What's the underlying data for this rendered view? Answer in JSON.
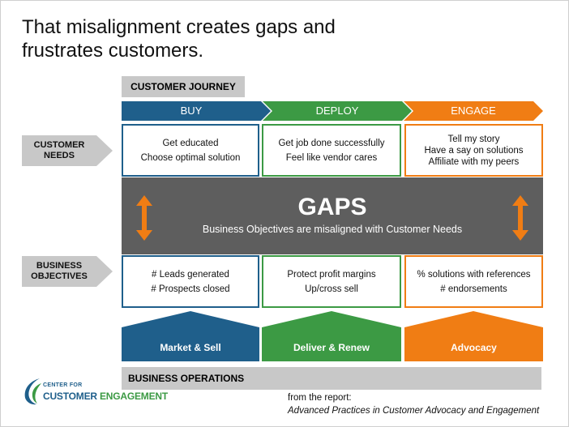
{
  "title": "That misalignment creates gaps and\nfrustrates customers.",
  "journey_label": "CUSTOMER JOURNEY",
  "phases": [
    {
      "label": "BUY",
      "color": "#1f5f8b"
    },
    {
      "label": "DEPLOY",
      "color": "#3c9a44"
    },
    {
      "label": "ENGAGE",
      "color": "#f07d14"
    }
  ],
  "customer_needs": {
    "label": "CUSTOMER\nNEEDS",
    "boxes": [
      [
        "Get educated",
        "Choose optimal solution"
      ],
      [
        "Get job done successfully",
        "Feel like vendor cares"
      ],
      [
        "Tell my story",
        "Have a say on solutions",
        "Affiliate with my peers"
      ]
    ]
  },
  "gaps": {
    "title": "GAPS",
    "subtitle": "Business Objectives are misaligned with Customer Needs",
    "arrow_color": "#f07d14",
    "band_color": "#5e5e5e"
  },
  "business_objectives": {
    "label": "BUSINESS\nOBJECTIVES",
    "boxes": [
      [
        "# Leads generated",
        "# Prospects closed"
      ],
      [
        "Protect profit margins",
        "Up/cross sell"
      ],
      [
        "% solutions with references",
        "# endorsements"
      ]
    ]
  },
  "houses": [
    "Market & Sell",
    "Deliver & Renew",
    "Advocacy"
  ],
  "operations_label": "BUSINESS OPERATIONS",
  "logo": {
    "line1": "CENTER FOR",
    "line2a": "CUSTOMER ",
    "line2b": "ENGAGEMENT"
  },
  "source": {
    "prefix": "from the report:",
    "report": "Advanced Practices in Customer Advocacy and Engagement"
  }
}
